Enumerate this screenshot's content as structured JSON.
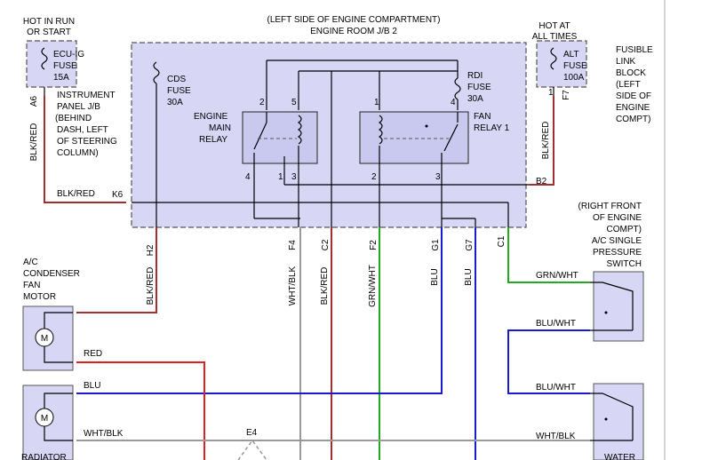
{
  "texts": {
    "hot_in_run_1": "HOT IN RUN",
    "hot_in_run_2": "OR START",
    "hot_at_1": "HOT AT",
    "hot_at_2": "ALL TIMES",
    "jb2_1": "(LEFT SIDE OF ENGINE COMPARTMENT)",
    "jb2_2": "ENGINE ROOM J/B 2",
    "fusible_1": "FUSIBLE",
    "fusible_2": "LINK",
    "fusible_3": "BLOCK",
    "fusible_4": "(LEFT",
    "fusible_5": "SIDE OF",
    "fusible_6": "ENGINE",
    "fusible_7": "COMPT)",
    "ecuig_1": "ECU-IG",
    "ecuig_2": "FUSE",
    "ecuig_3": "15A",
    "alt_1": "ALT",
    "alt_2": "FUSE",
    "alt_3": "100A",
    "cds_1": "CDS",
    "cds_2": "FUSE",
    "cds_3": "30A",
    "rdi_1": "RDI",
    "rdi_2": "FUSE",
    "rdi_3": "30A",
    "ip_1": "INSTRUMENT",
    "ip_2": "PANEL J/B",
    "ip_3": "(BEHIND",
    "ip_4": "DASH, LEFT",
    "ip_5": "OF STEERING",
    "ip_6": "COLUMN)",
    "emr_1": "ENGINE",
    "emr_2": "MAIN",
    "emr_3": "RELAY",
    "fan_1": "FAN",
    "fan_2": "RELAY 1",
    "rf_1": "(RIGHT FRONT",
    "rf_2": "OF ENGINE",
    "rf_3": "COMPT)",
    "rf_4": "A/C SINGLE",
    "rf_5": "PRESSURE",
    "rf_6": "SWITCH",
    "acf_1": "A/C",
    "acf_2": "CONDENSER",
    "acf_3": "FAN",
    "acf_4": "MOTOR",
    "radiator": "RADIATOR",
    "water": "WATER"
  },
  "pins": {
    "a6": "A6",
    "f7": "F7",
    "k6": "K6",
    "b2": "B2",
    "h2": "H2",
    "f4": "F4",
    "c2": "C2",
    "f2": "F2",
    "g1": "G1",
    "g7": "G7",
    "c1": "C1",
    "e4": "E4",
    "p1a": "1",
    "p1b": "1",
    "r1_2": "2",
    "r1_5": "5",
    "r1_4": "4",
    "r1_1": "1",
    "r1_3": "3",
    "r2_1": "1",
    "r2_4": "4",
    "r2_2": "2",
    "r2_3": "3",
    "motor_m1": "M",
    "motor_m2": "M"
  },
  "wires": {
    "blkred_a": "BLK/RED",
    "blkred_k6": "BLK/RED",
    "blkred_b2": "BLK/RED",
    "blkred_h2": "BLK/RED",
    "whtblk_f4": "WHT/BLK",
    "blkred_c2": "BLK/RED",
    "grnwht_f2": "GRN/WHT",
    "blu_g1": "BLU",
    "blu_g7": "BLU",
    "c1": "C1",
    "red": "RED",
    "blu": "BLU",
    "whtblk": "WHT/BLK",
    "grnwht_sw": "GRN/WHT",
    "bluwht_1": "BLU/WHT",
    "bluwht_2": "BLU/WHT",
    "whtblk_sw": "WHT/BLK"
  },
  "colors": {
    "box_fill": "#d7d7f5",
    "wire_red": "#e02020",
    "wire_blue": "#1a1ad0",
    "wire_green": "#22aa22",
    "wire_blkred": "#a03030",
    "wire_gray": "#999999"
  }
}
